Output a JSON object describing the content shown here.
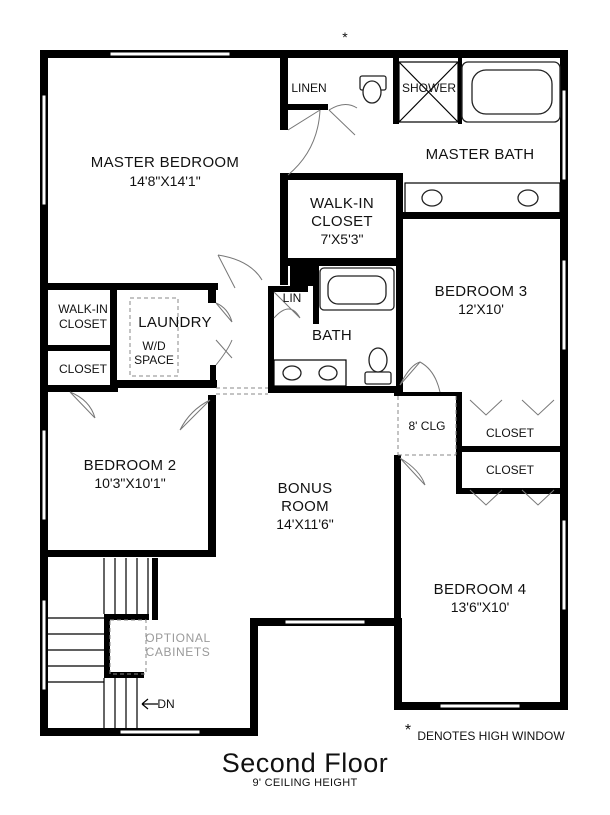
{
  "plan": {
    "title": "Second Floor",
    "subtitle": "9' CEILING HEIGHT",
    "top_marker": "*",
    "note_marker": "*",
    "note": "DENOTES HIGH WINDOW",
    "stair_label": "DN"
  },
  "rooms": {
    "master_bedroom": {
      "name": "MASTER BEDROOM",
      "size": "14'8\"X14'1\""
    },
    "linen": {
      "name": "LINEN"
    },
    "shower": {
      "name": "SHOWER"
    },
    "master_bath": {
      "name": "MASTER BATH"
    },
    "walkin_closet_master": {
      "name_line1": "WALK-IN",
      "name_line2": "CLOSET",
      "size": "7'X5'3\""
    },
    "walkin_closet_left": {
      "name_line1": "WALK-IN",
      "name_line2": "CLOSET"
    },
    "closet_left": {
      "name": "CLOSET"
    },
    "laundry": {
      "name": "LAUNDRY",
      "wd_line1": "W/D",
      "wd_line2": "SPACE"
    },
    "lin": {
      "name": "LIN"
    },
    "bath": {
      "name": "BATH"
    },
    "bedroom3": {
      "name": "BEDROOM 3",
      "size": "12'X10'"
    },
    "clg": {
      "name": "8' CLG"
    },
    "closet_b3": {
      "name": "CLOSET"
    },
    "closet_b4": {
      "name": "CLOSET"
    },
    "bedroom2": {
      "name": "BEDROOM 2",
      "size": "10'3\"X10'1\""
    },
    "bonus_room": {
      "name_line1": "BONUS",
      "name_line2": "ROOM",
      "size": "14'X11'6\""
    },
    "optional_cabinets": {
      "line1": "OPTIONAL",
      "line2": "CABINETS"
    },
    "bedroom4": {
      "name": "BEDROOM 4",
      "size": "13'6\"X10'"
    }
  }
}
